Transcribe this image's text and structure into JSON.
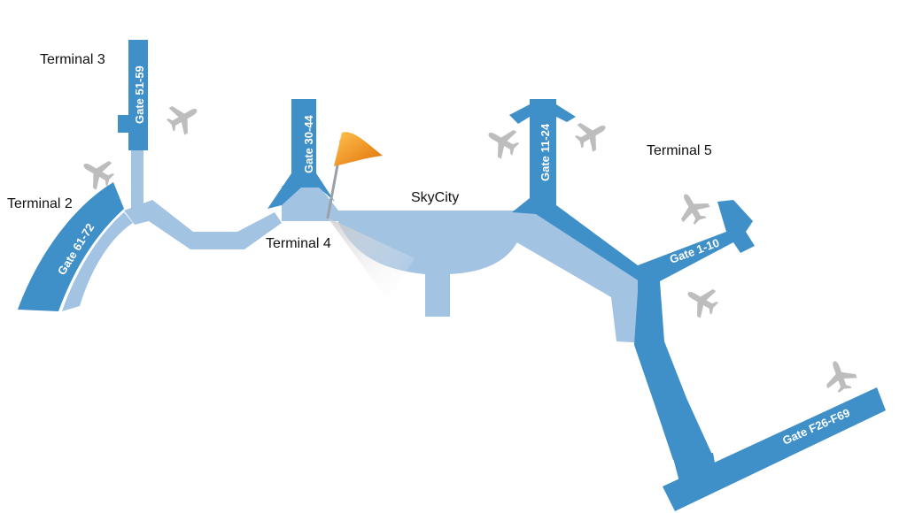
{
  "map": {
    "colors": {
      "concourse": "#3f8fc8",
      "connector": "#a3c3e3",
      "plane": "#bdbdbd",
      "flag": "#f39a1c"
    },
    "labels": {
      "terminal2": "Terminal 2",
      "terminal3": "Terminal 3",
      "terminal4": "Terminal 4",
      "terminal5": "Terminal 5",
      "skycity": "SkyCity"
    },
    "gates": {
      "g61_72": "Gate 61-72",
      "g51_59": "Gate 51-59",
      "g30_44": "Gate 30-44",
      "g11_24": "Gate 11-24",
      "g1_10": "Gate 1-10",
      "gF26_F69": "Gate F26-F69"
    },
    "icons": [
      "airplane-icon",
      "location-flag-icon"
    ]
  }
}
